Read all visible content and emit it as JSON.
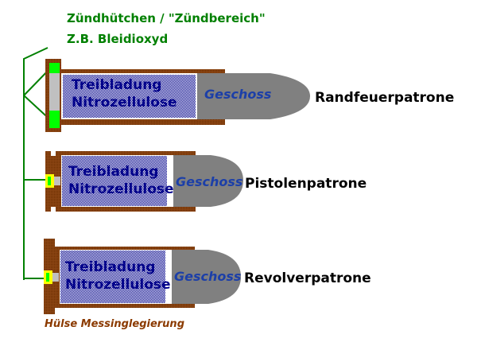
{
  "labels": {
    "primer_title": "Zündhütchen / \"Zündbereich\"",
    "primer_example": "Z.B. Bleidioxyd",
    "case_label": "Hülse Messinglegierung"
  },
  "cartridges": [
    {
      "charge_line1": "Treibladung",
      "charge_line2": "Nitrozellulose",
      "bullet": "Geschoss",
      "name": "Randfeuerpatrone"
    },
    {
      "charge_line1": "Treibladung",
      "charge_line2": "Nitrozellulose",
      "bullet": "Geschoss",
      "name": "Pistolenpatrone"
    },
    {
      "charge_line1": "Treibladung",
      "charge_line2": "Nitrozellulose",
      "bullet": "Geschoss",
      "name": "Revolverpatrone"
    }
  ],
  "colors": {
    "brass": "#8b3a00",
    "primer": "#00ff00",
    "charge": "#00008b",
    "bullet": "#808080",
    "leader": "#008000",
    "primer_cup": "#ffff00"
  }
}
